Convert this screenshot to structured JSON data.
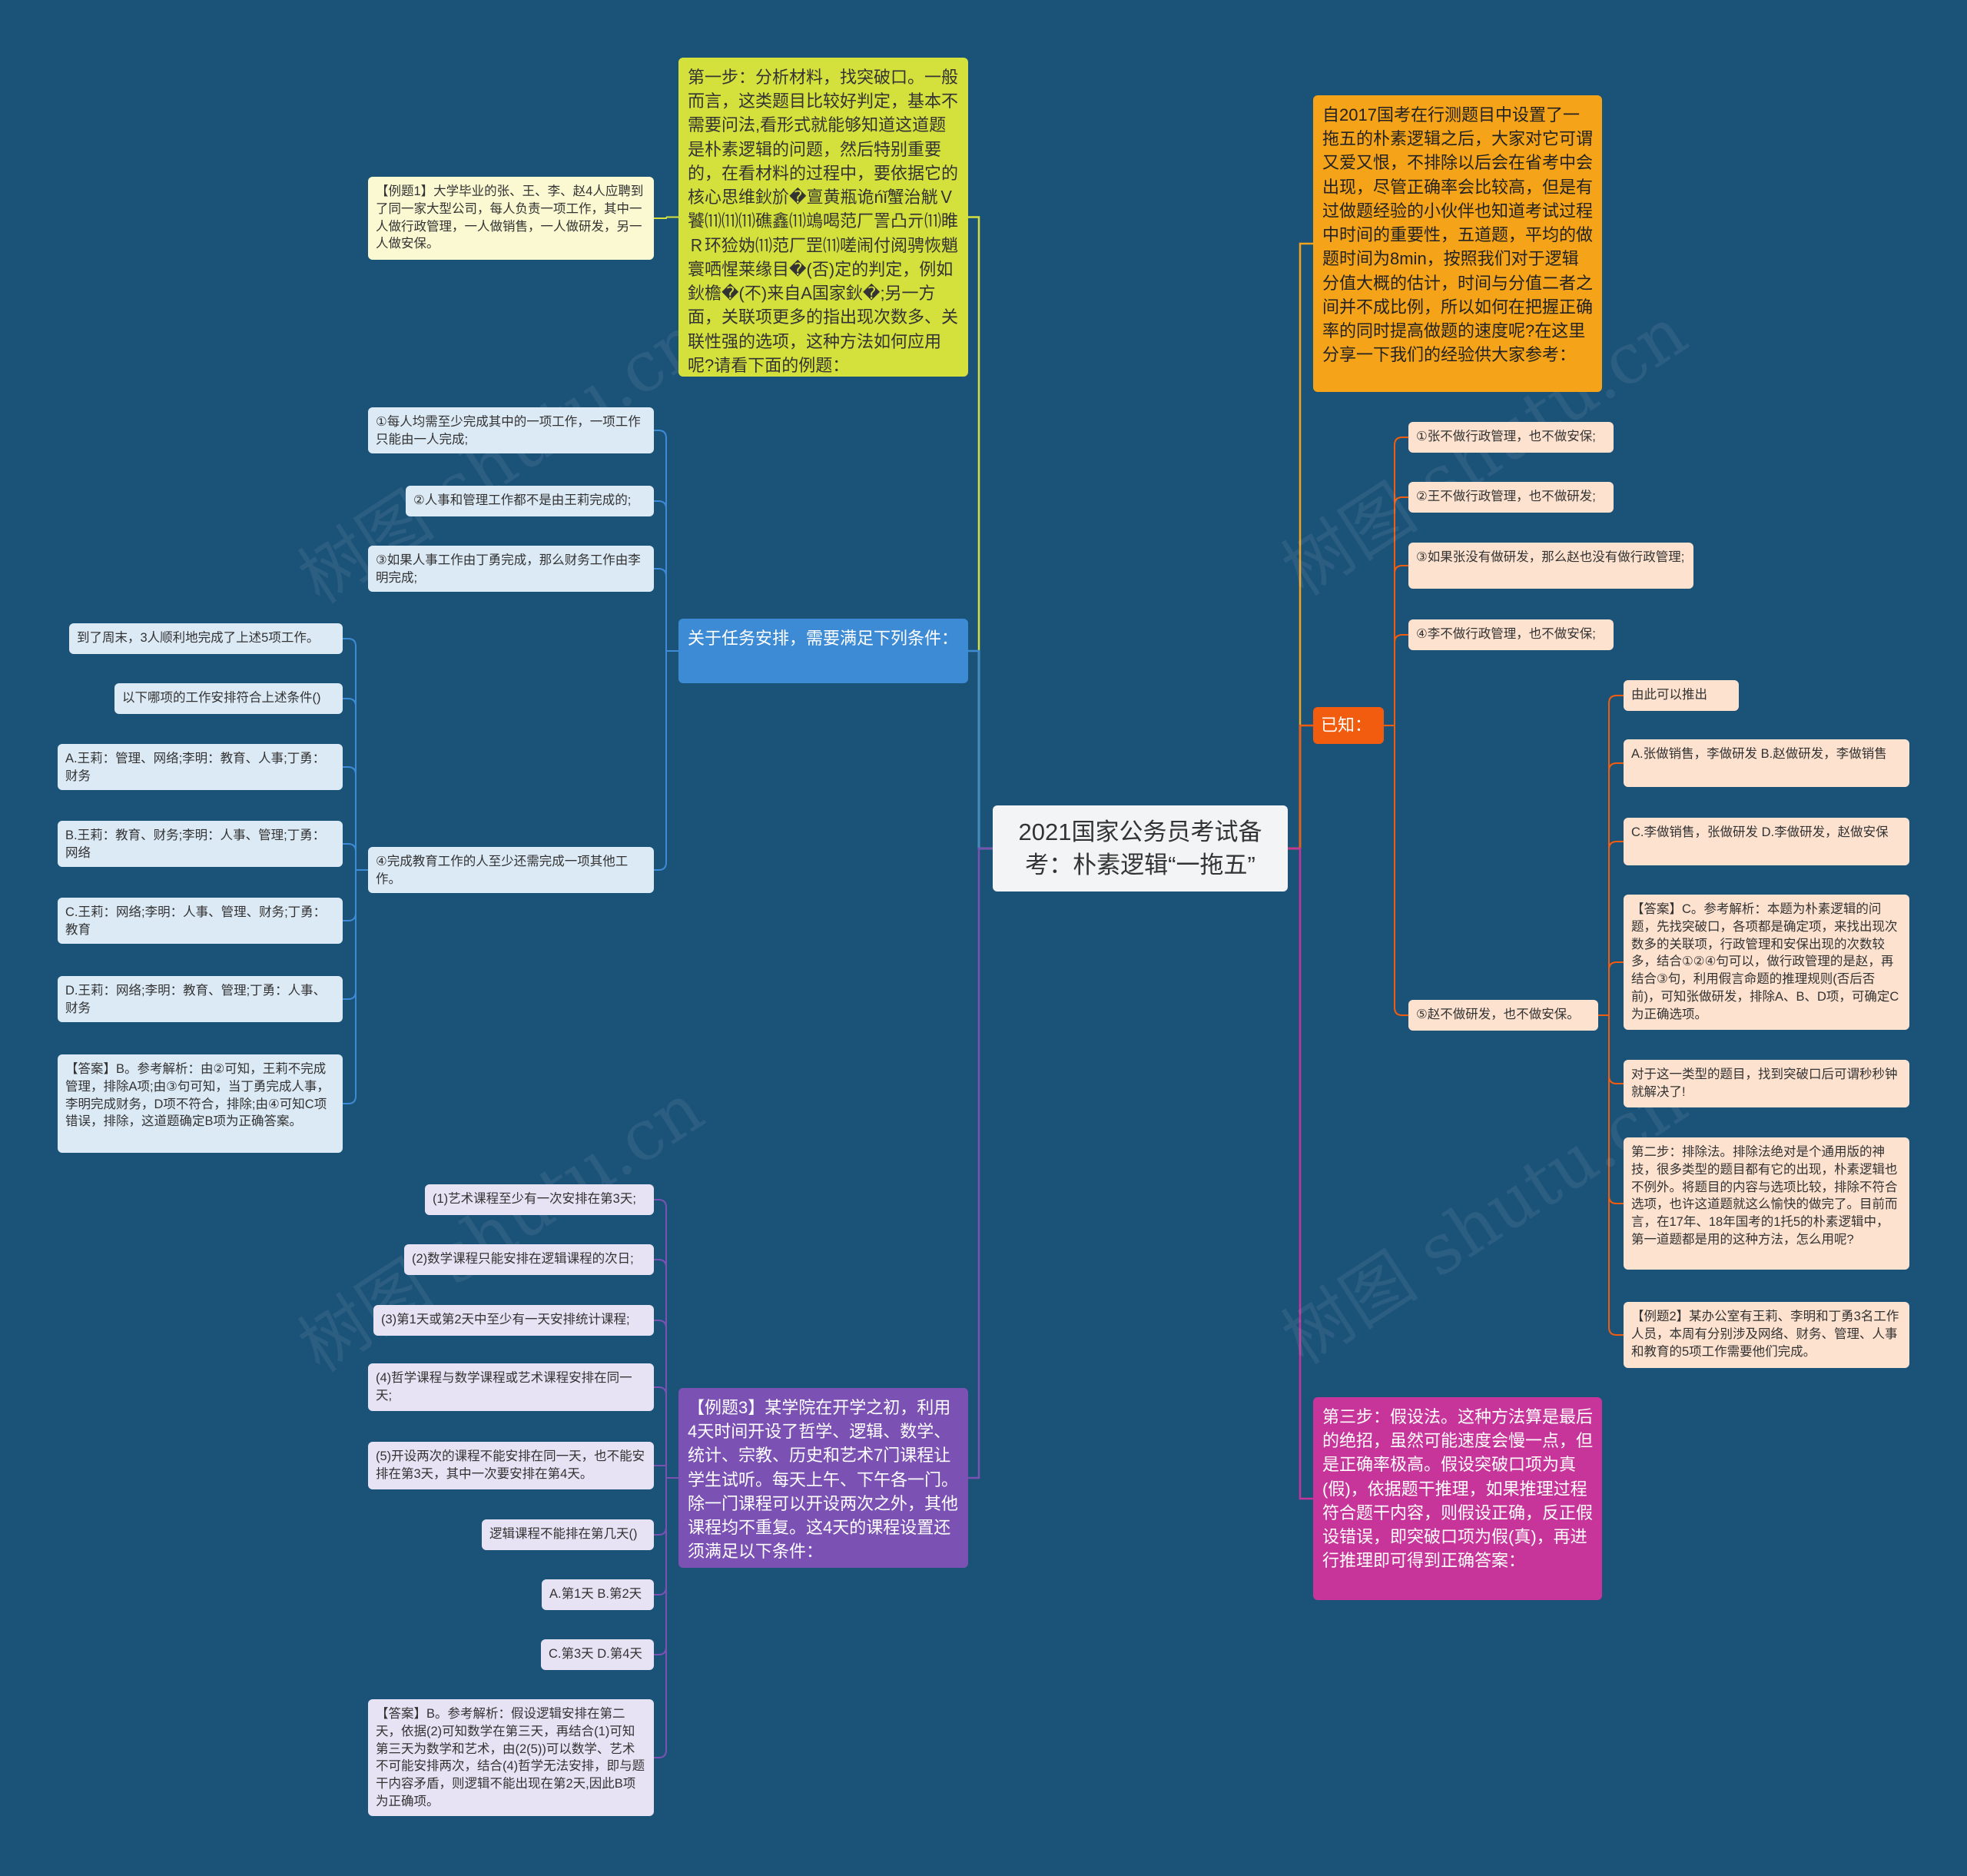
{
  "root": "2021国家公务员考试备考：朴素逻辑“一拖五”",
  "left": {
    "step1": {
      "text": "第一步：分析材料，找突破口。一般而言，这类题目比较好判定，基本不需要问法,看形式就能够知道这道题是朴素逻辑的问题，然后特别重要的，在看材料的过程中，要依据它的核心思维鈥斺�亶黄瓶诡ńǐ蟹治觥Ｖ饕⑾⑾⑾礁鑫⑾鴗喝范厂詈凸亓⑾睢Ｒ环猃妫⑾范厂罡⑾嗟闹付阅骋恢魈寰哂惺莱缘目�(否)定的判定，例如鈥檐�(不)来自A国家鈥�;另一方面，关联项更多的指出现次数多、关联性强的选项，这种方法如何应用呢?请看下面的例题：",
      "example1": "【例题1】大学毕业的张、王、李、赵4人应聘到了同一家大型公司，每人负责一项工作，其中一人做行政管理，一人做销售，一人做研发，另一人做安保。"
    },
    "tasks": {
      "header": "关于任务安排，需要满足下列条件：",
      "items": [
        "①每人均需至少完成其中的一项工作，一项工作只能由一人完成;",
        "②人事和管理工作都不是由王莉完成的;",
        "③如果人事工作由丁勇完成，那么财务工作由李明完成;",
        "④完成教育工作的人至少还需完成一项其他工作。"
      ],
      "sub": [
        "到了周末，3人顺利地完成了上述5项工作。",
        "以下哪项的工作安排符合上述条件()",
        "A.王莉：管理、网络;李明：教育、人事;丁勇：财务",
        "B.王莉：教育、财务;李明：人事、管理;丁勇：网络",
        "C.王莉：网络;李明：人事、管理、财务;丁勇：教育",
        "D.王莉：网络;李明：教育、管理;丁勇：人事、财务",
        "【答案】B。参考解析：由②可知，王莉不完成管理，排除A项;由③句可知，当丁勇完成人事，李明完成财务，D项不符合，排除;由④可知C项错误，排除，这道题确定B项为正确答案。"
      ]
    },
    "example3": {
      "header": "【例题3】某学院在开学之初，利用4天时间开设了哲学、逻辑、数学、统计、宗教、历史和艺术7门课程让学生试听。每天上午、下午各一门。除一门课程可以开设两次之外，其他课程均不重复。这4天的课程设置还须满足以下条件：",
      "items": [
        "(1)艺术课程至少有一次安排在第3天;",
        "(2)数学课程只能安排在逻辑课程的次日;",
        "(3)第1天或第2天中至少有一天安排统计课程;",
        "(4)哲学课程与数学课程或艺术课程安排在同一天;",
        "(5)开设两次的课程不能安排在同一天，也不能安排在第3天，其中一次要安排在第4天。",
        "逻辑课程不能排在第几天()",
        "A.第1天 B.第2天",
        "C.第3天 D.第4天",
        "【答案】B。参考解析：假设逻辑安排在第二天，依据(2)可知数学在第三天，再结合(1)可知第三天为数学和艺术，由(2(5))可以数学、艺术不可能安排两次，结合(4)哲学无法安排，即与题干内容矛盾，则逻辑不能出现在第2天,因此B项为正确项。"
      ]
    }
  },
  "right": {
    "intro": "自2017国考在行测题目中设置了一拖五的朴素逻辑之后，大家对它可谓又爱又恨，不排除以后会在省考中会出现，尽管正确率会比较高，但是有过做题经验的小伙伴也知道考试过程中时间的重要性，五道题，平均的做题时间为8min，按照我们对于逻辑分值大概的估计，时间与分值二者之间并不成比例，所以如何在把握正确率的同时提高做题的速度呢?在这里分享一下我们的经验供大家参考：",
    "known": {
      "header": "已知：",
      "items": [
        "①张不做行政管理，也不做安保;",
        "②王不做行政管理，也不做研发;",
        "③如果张没有做研发，那么赵也没有做行政管理;",
        "④李不做行政管理，也不做安保;",
        "⑤赵不做研发，也不做安保。"
      ],
      "sub": [
        "由此可以推出",
        "A.张做销售，李做研发 B.赵做研发，李做销售",
        "C.李做销售，张做研发 D.李做研发，赵做安保",
        "【答案】C。参考解析：本题为朴素逻辑的问题，先找突破口，各项都是确定项，来找出现次数多的关联项，行政管理和安保出现的次数较多，结合①②④句可以，做行政管理的是赵，再结合③句，利用假言命题的推理规则(否后否前)，可知张做研发，排除A、B、D项，可确定C为正确选项。",
        "对于这一类型的题目，找到突破口后可谓秒秒钟就解决了!",
        "第二步：排除法。排除法绝对是个通用版的神技，很多类型的题目都有它的出现，朴素逻辑也不例外。将题目的内容与选项比较，排除不符合选项，也许这道题就这么愉快的做完了。目前而言，在17年、18年国考的1托5的朴素逻辑中，第一道题都是用的这种方法，怎么用呢?",
        "【例题2】某办公室有王莉、李明和丁勇3名工作人员，本周有分别涉及网络、财务、管理、人事和教育的5项工作需要他们完成。"
      ]
    },
    "step3": "第三步：假设法。这种方法算是最后的绝招，虽然可能速度会慢一点，但是正确率极高。假设突破口项为真(假)，依据题干推理，如果推理过程符合题干内容，则假设正确，反正假设错误，即突破口项为假(真)，再进行推理即可得到正确答案："
  },
  "colors": {
    "background": "#1b5278",
    "yellow": "#d4e03c",
    "orange_top": "#f5a318",
    "orange": "#f25c0f",
    "blue": "#3d8bd4",
    "purple": "#7b52b3",
    "magenta": "#c8359a"
  },
  "watermark": "树图 shutu.cn"
}
